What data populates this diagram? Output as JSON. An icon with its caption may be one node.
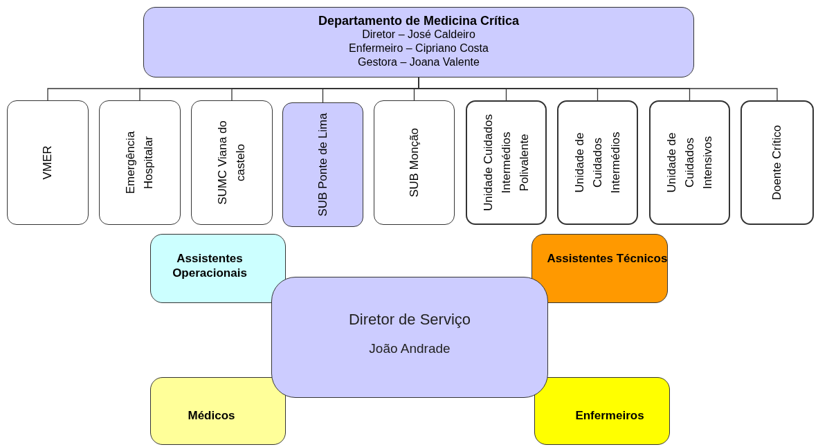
{
  "diagram": {
    "nodes": [
      {
        "text": [
          "Departamento de Medicina Crítica",
          "Diretor – José Caldeiro",
          "Enfermeiro – Cipriano Costa",
          "Gestora – Joana Valente"
        ]
      },
      {
        "text": [
          "VMER"
        ]
      },
      {
        "text": [
          "Emergência Hospitalar"
        ]
      },
      {
        "text": [
          "SUMC Viana do castelo"
        ]
      },
      {
        "text": [
          "SUB Ponte de Lima"
        ]
      },
      {
        "text": [
          "SUB Monção"
        ]
      },
      {
        "text": [
          "Unidade Cuidados Intermédios Polivalente"
        ]
      },
      {
        "text": [
          "Unidade de Cuidados Intermédios"
        ]
      },
      {
        "text": [
          "Unidade de Cuidados Intensivos"
        ]
      },
      {
        "text": [
          "Doente Crítico"
        ]
      },
      {
        "text": [
          "Assistentes Operacionais"
        ]
      },
      {
        "text": [
          "Assistentes Técnicos"
        ]
      },
      {
        "text": [
          "Diretor de Serviço",
          "João Andrade"
        ]
      },
      {
        "text": [
          "Médicos"
        ]
      },
      {
        "text": [
          "Enfermeiros"
        ]
      }
    ],
    "edges": [
      {
        "from": 0,
        "to": 1,
        "arrow": "none"
      },
      {
        "from": 0,
        "to": 2,
        "arrow": "none"
      },
      {
        "from": 0,
        "to": 3,
        "arrow": "none"
      },
      {
        "from": 0,
        "to": 4,
        "arrow": "none"
      },
      {
        "from": 0,
        "to": 5,
        "arrow": "none"
      },
      {
        "from": 0,
        "to": 6,
        "arrow": "none"
      },
      {
        "from": 0,
        "to": 7,
        "arrow": "none"
      },
      {
        "from": 0,
        "to": 8,
        "arrow": "none"
      },
      {
        "from": 0,
        "to": 9,
        "arrow": "none"
      }
    ]
  }
}
